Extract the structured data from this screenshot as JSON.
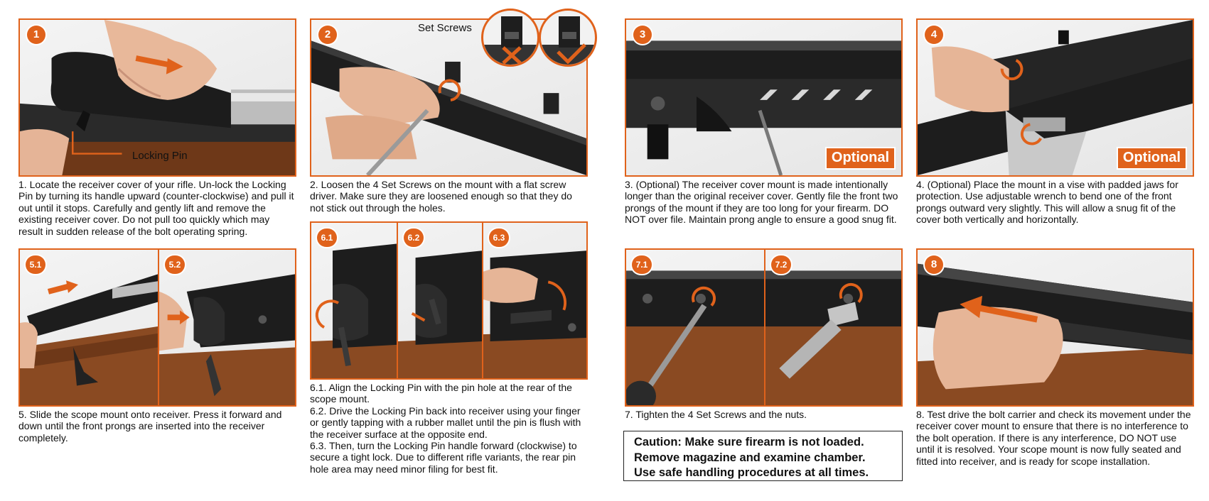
{
  "accent_color": "#e0621b",
  "steps": {
    "s1": {
      "badge": "1",
      "callout": "Locking Pin",
      "caption": "1. Locate the receiver cover of your rifle. Un-lock the Locking Pin by turning its handle upward (counter-clockwise) and pull it out until it stops. Carefully and gently lift and remove the existing receiver cover. Do not pull too quickly which may result in sudden release of the bolt operating spring."
    },
    "s2": {
      "badge": "2",
      "callout": "Set Screws",
      "caption": "2. Loosen the 4 Set Screws on the mount with a flat screw driver. Make sure they are loosened enough so that they do not stick out through the holes."
    },
    "s3": {
      "badge": "3",
      "tag": "Optional",
      "caption": "3. (Optional) The receiver cover mount is made intentionally longer than the original receiver cover. Gently file the front two prongs of the mount if they are too long for your firearm. DO NOT over file. Maintain prong angle to ensure a good snug fit."
    },
    "s4": {
      "badge": "4",
      "tag": "Optional",
      "caption": "4. (Optional) Place the mount in a vise with padded jaws for protection. Use adjustable wrench to bend one of the front prongs outward very slightly. This will allow a snug fit of the cover both vertically and horizontally."
    },
    "s5": {
      "badge_a": "5.1",
      "badge_b": "5.2",
      "caption": "5. Slide the scope mount onto receiver. Press it forward and down until the front prongs are inserted into the receiver completely."
    },
    "s6": {
      "badge_a": "6.1",
      "badge_b": "6.2",
      "badge_c": "6.3",
      "caption_1": "6.1. Align the Locking Pin with the pin hole at the rear of the scope mount.",
      "caption_2": "6.2. Drive the Locking Pin back into receiver using your finger or gently tapping with a rubber mallet until the pin is flush with the receiver surface at the opposite end.",
      "caption_3": "6.3. Then, turn the Locking Pin handle forward (clockwise) to secure a tight lock. Due to different rifle variants, the rear pin hole area may need minor filing for best fit."
    },
    "s7": {
      "badge_a": "7.1",
      "badge_b": "7.2",
      "caption": "7. Tighten the 4 Set Screws and the nuts."
    },
    "s8": {
      "badge": "8",
      "caption": "8. Test drive the bolt carrier and check its movement under the receiver cover mount to ensure that there is no interference to the bolt operation. If there is any interference, DO NOT use until it is resolved. Your scope mount is now fully seated and fitted into receiver, and is ready for scope installation."
    }
  },
  "caution": {
    "line1": "Caution: Make sure firearm is not loaded.",
    "line2": "Remove magazine and examine chamber.",
    "line3": "Use safe handling procedures at all times."
  }
}
